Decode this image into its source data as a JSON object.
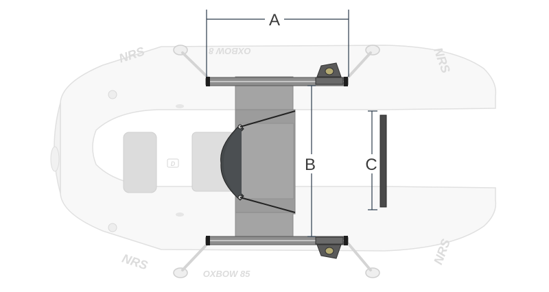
{
  "boat": {
    "model_label_top": "OXBOW 8",
    "model_label_bottom": "OXBOW 85",
    "brand_logo": "NRS",
    "center_mark": "D"
  },
  "dimensions": {
    "a": "A",
    "b": "B",
    "c": "C"
  },
  "colors": {
    "hull_outline": "#e2e2e2",
    "hull_fill": "#f7f7f7",
    "frame_panel": "#9a9a9a",
    "frame_bar": "#2e2e2e",
    "seat": "#4a4d4f",
    "dimension_line": "#2a3a4a"
  }
}
